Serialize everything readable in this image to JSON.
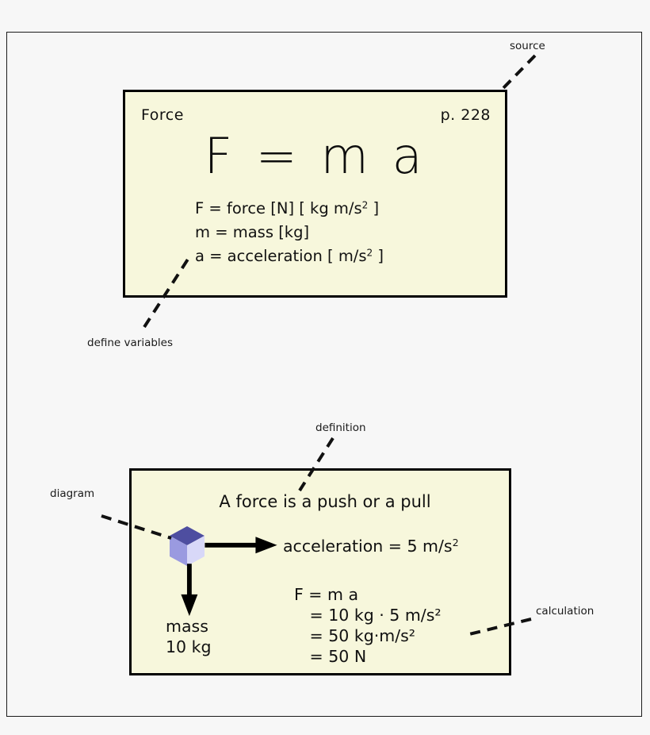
{
  "page": {
    "background_color": "#f7f7f7",
    "card_fill_color": "#f7f7dc",
    "border_color": "#000000"
  },
  "formula_card": {
    "title": "Force",
    "page_reference": "p. 228",
    "equation": "F = m a",
    "variables": [
      {
        "symbol": "F",
        "text_before": "F = force [N] [ kg m/s",
        "exponent": "2",
        "text_after": " ]"
      },
      {
        "symbol": "m",
        "text_before": "m = mass [kg]",
        "exponent": "",
        "text_after": ""
      },
      {
        "symbol": "a",
        "text_before": "a = acceleration [ m/s",
        "exponent": "2",
        "text_after": " ]"
      }
    ],
    "variable_lines": [
      "F = force [N] [ kg m/s2 ]",
      "m = mass [kg]",
      "a = acceleration [ m/s2 ]"
    ]
  },
  "example_card": {
    "definition": "A force is a push or a pull",
    "acceleration_label": "acceleration = 5 m/s",
    "acceleration_exponent": "2",
    "mass_label_line1": "mass",
    "mass_label_line2": "10 kg",
    "calculation": [
      "F = m a",
      "   = 10 kg · 5 m/s²",
      "   = 50 kg·m/s²",
      "   = 50 N"
    ],
    "cube": {
      "name": "mass-block",
      "top_face_color": "#4e4ea0",
      "left_face_color": "#9a9ae0",
      "front_face_color": "#d8d8f8"
    },
    "arrows": [
      {
        "name": "acceleration-arrow",
        "direction": "right",
        "color": "#000000"
      },
      {
        "name": "mass-arrow",
        "direction": "down",
        "color": "#000000"
      }
    ]
  },
  "annotations": [
    {
      "id": "source",
      "label": "source"
    },
    {
      "id": "define",
      "label": "define variables"
    },
    {
      "id": "definition",
      "label": "definition"
    },
    {
      "id": "diagram",
      "label": "diagram"
    },
    {
      "id": "calculation",
      "label": "calculation"
    }
  ]
}
